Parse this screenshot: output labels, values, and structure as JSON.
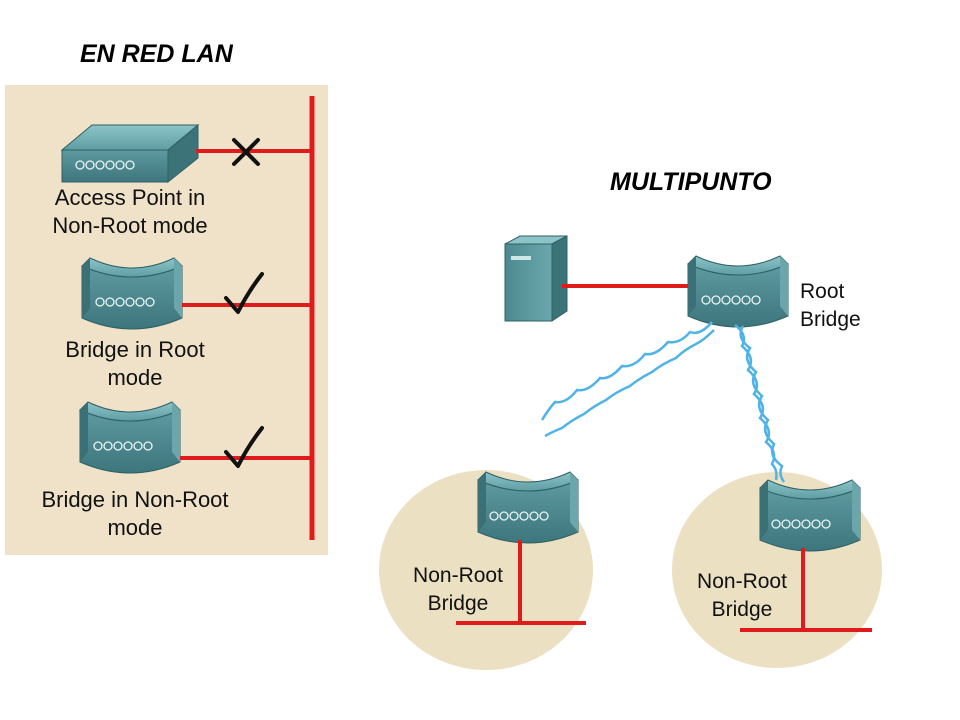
{
  "titles": {
    "lan": "EN RED LAN",
    "multipunto": "MULTIPUNTO"
  },
  "lan_devices": [
    {
      "line1": "Access Point in",
      "line2": "Non-Root mode",
      "status": "blocked"
    },
    {
      "line1": "Bridge in Root",
      "line2": "mode",
      "status": "ok"
    },
    {
      "line1": "Bridge in Non-Root",
      "line2": "mode",
      "status": "ok"
    }
  ],
  "multipoint": {
    "root": {
      "line1": "Root",
      "line2": "Bridge"
    },
    "left_nonroot": {
      "line1": "Non-Root",
      "line2": "Bridge"
    },
    "right_nonroot": {
      "line1": "Non-Root",
      "line2": "Bridge"
    }
  },
  "colors": {
    "link": "#e01b1b",
    "device": "#4f8f96",
    "panel": "#efe2c8",
    "cell": "#ebe0c2",
    "wireless": "#4fb3e6"
  }
}
